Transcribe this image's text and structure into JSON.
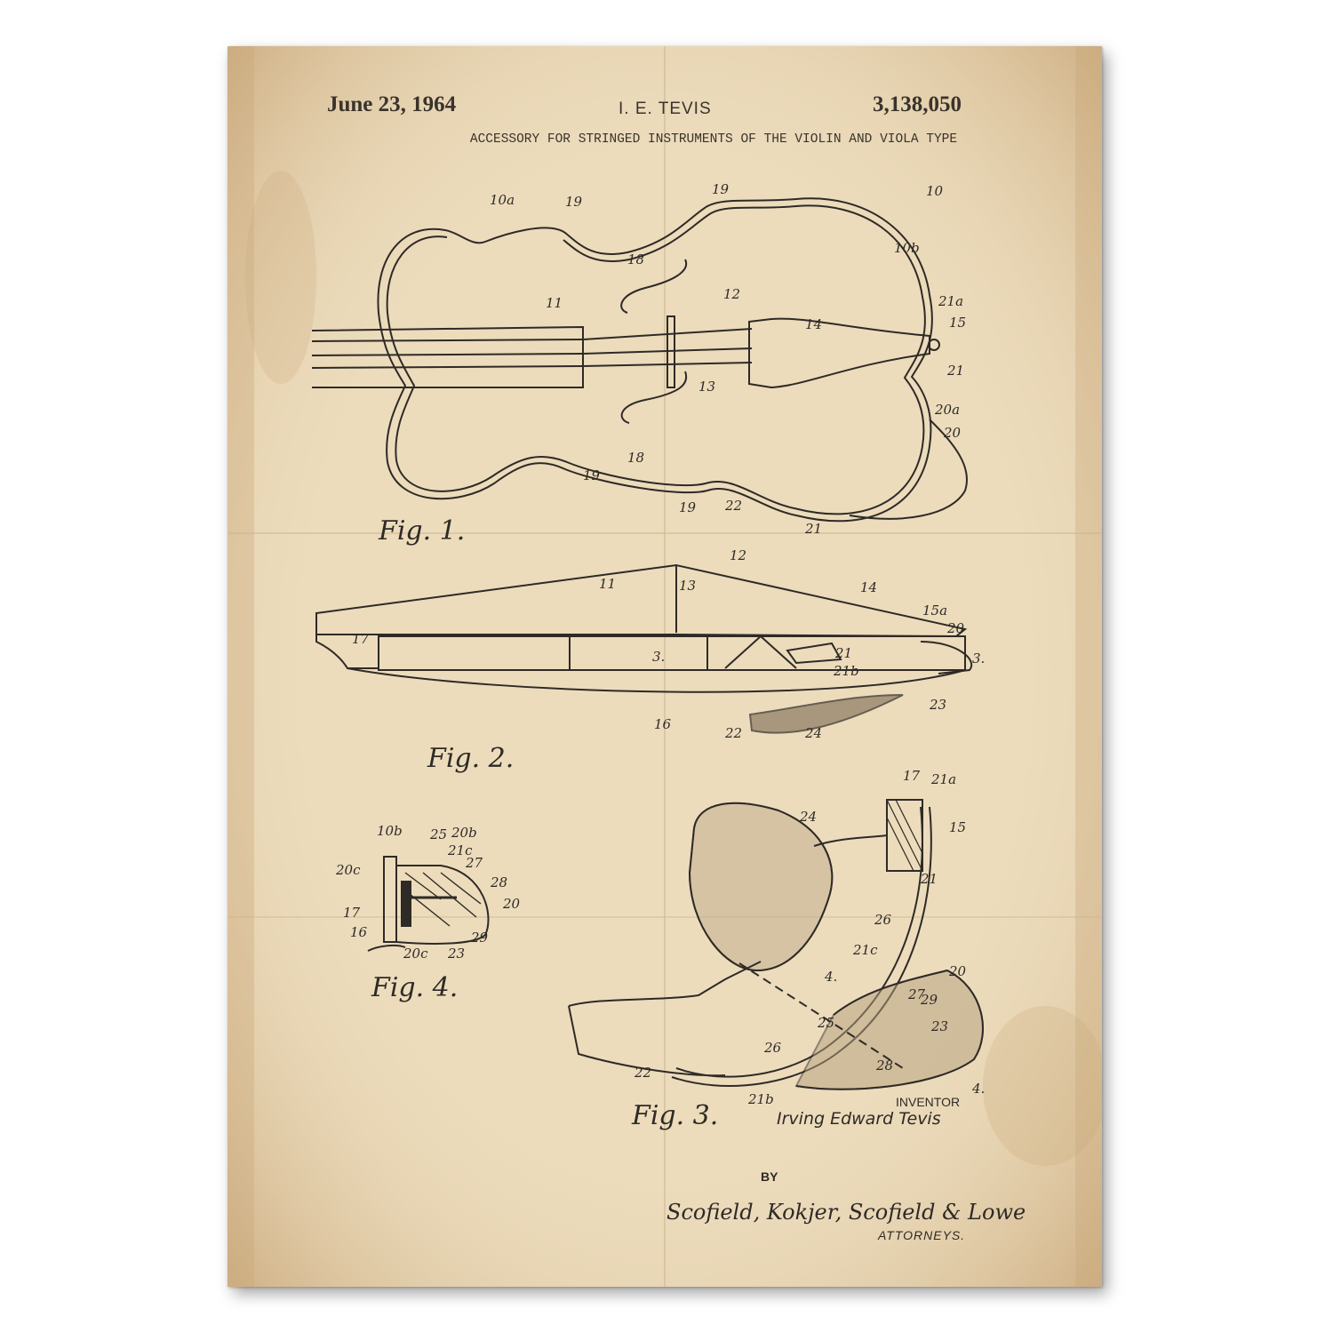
{
  "patent": {
    "date": "June 23, 1964",
    "inventor_header": "I. E. TEVIS",
    "number": "3,138,050",
    "title": "ACCESSORY FOR STRINGED INSTRUMENTS OF THE VIOLIN AND VIOLA TYPE"
  },
  "figures": {
    "fig1": "Fig. 1.",
    "fig2": "Fig. 2.",
    "fig3": "Fig. 3.",
    "fig4": "Fig. 4."
  },
  "refs": {
    "fig1": [
      "10a",
      "19",
      "19",
      "10",
      "10b",
      "18",
      "11",
      "12",
      "14",
      "21a",
      "15",
      "21",
      "13",
      "20a",
      "20",
      "18",
      "19",
      "19",
      "22",
      "21"
    ],
    "fig2": [
      "12",
      "11",
      "13",
      "14",
      "15a",
      "20",
      "3.",
      "3.",
      "17",
      "21",
      "21b",
      "23",
      "16",
      "22",
      "24"
    ],
    "fig4": [
      "10b",
      "25",
      "20b",
      "21c",
      "27",
      "20c",
      "28",
      "20",
      "17",
      "16",
      "29",
      "20c",
      "23"
    ],
    "fig3": [
      "17",
      "21a",
      "24",
      "15",
      "21",
      "26",
      "21c",
      "4.",
      "20",
      "27",
      "29",
      "23",
      "25",
      "28",
      "26",
      "22",
      "21b",
      "4."
    ]
  },
  "signature": {
    "inventor_heading": "INVENTOR",
    "inventor_name": "Irving Edward Tevis",
    "by": "BY",
    "attorneys_signature": "Scofield, Kokjer, Scofield & Lowe",
    "attorneys_heading": "ATTORNEYS."
  },
  "colors": {
    "paper": "#ecdcbc",
    "stain": "#c9a678",
    "ink": "#2e2a26"
  }
}
